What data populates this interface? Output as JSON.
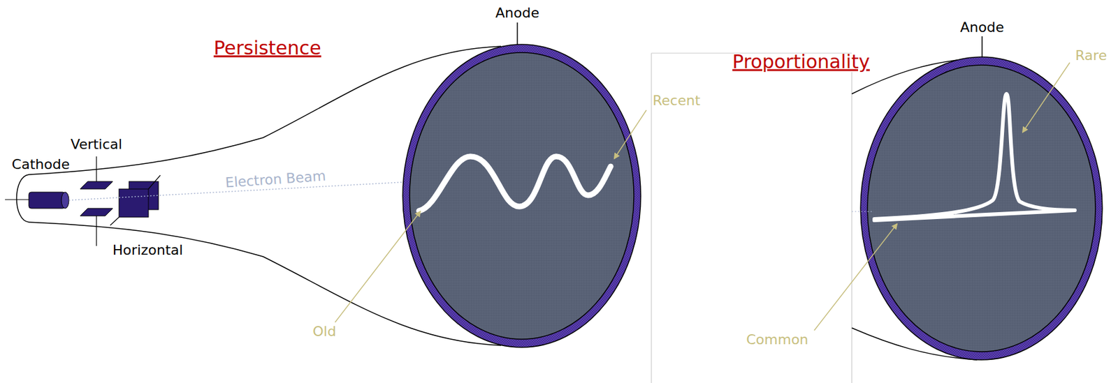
{
  "diagram": {
    "labels": [
      "Persistence",
      "Proportionality",
      "Anode",
      "Anode",
      "Cathode",
      "Vertical",
      "Horizontal",
      "Electron Beam",
      "Recent",
      "Old",
      "Rare",
      "Common"
    ]
  }
}
